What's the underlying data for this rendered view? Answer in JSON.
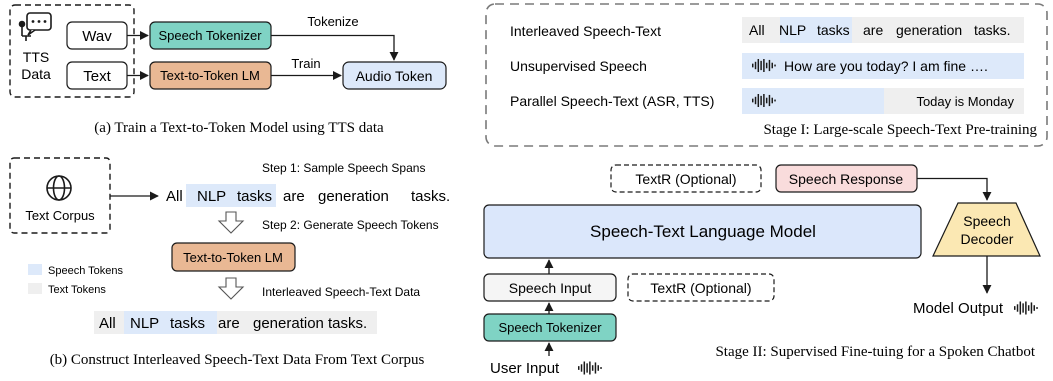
{
  "colors": {
    "teal": "#7fd3c4",
    "orange": "#e9b894",
    "blue_light": "#dde9fa",
    "blue_box": "#dbe7fb",
    "pink": "#f9dcdc",
    "yellow": "#fbe8b3",
    "gray_token": "#efefef",
    "stroke": "#1a1a1a",
    "dash_gray": "#7a7a7a"
  },
  "panel_a": {
    "source_label": "TTS\nData",
    "wav": "Wav",
    "text": "Text",
    "speech_tokenizer": "Speech Tokenizer",
    "t2t_lm": "Text-to-Token LM",
    "audio_token": "Audio Token",
    "tokenize": "Tokenize",
    "train": "Train",
    "caption": "(a) Train a Text-to-Token Model using TTS data"
  },
  "panel_b": {
    "corpus": "Text Corpus",
    "step1": "Step 1: Sample Speech Spans",
    "step2": "Step 2: Generate Speech Tokens",
    "t2t_lm": "Text-to-Token LM",
    "interleaved_label": "Interleaved Speech-Text Data",
    "sentence_top": [
      "All",
      "NLP",
      "tasks",
      "are",
      "generation",
      "tasks."
    ],
    "sentence_bottom": [
      "All",
      "NLP",
      "tasks",
      "are",
      "generation",
      "tasks."
    ],
    "legend_speech": "Speech Tokens",
    "legend_text": "Text Tokens",
    "caption": "(b) Construct Interleaved Speech-Text Data From Text Corpus"
  },
  "stage1": {
    "row1_label": "Interleaved Speech-Text",
    "row1_tokens": [
      "All",
      "NLP",
      "tasks",
      "are",
      "generation",
      "tasks."
    ],
    "row2_label": "Unsupervised Speech",
    "row2_text": "How are you today? I am fine ….",
    "row3_label": "Parallel Speech-Text (ASR, TTS)",
    "row3_text": "Today is Monday",
    "caption": "Stage I:  Large-scale Speech-Text Pre-training"
  },
  "stage2": {
    "textr_top": "TextR (Optional)",
    "speech_response": "Speech Response",
    "lm": "Speech-Text Language Model",
    "decoder": "Speech\nDecoder",
    "speech_input": "Speech Input",
    "textr_bottom": "TextR (Optional)",
    "speech_tokenizer": "Speech Tokenizer",
    "model_output": "Model Output",
    "user_input": "User Input",
    "caption": "Stage II:  Supervised Fine-tuing for a Spoken Chatbot"
  }
}
